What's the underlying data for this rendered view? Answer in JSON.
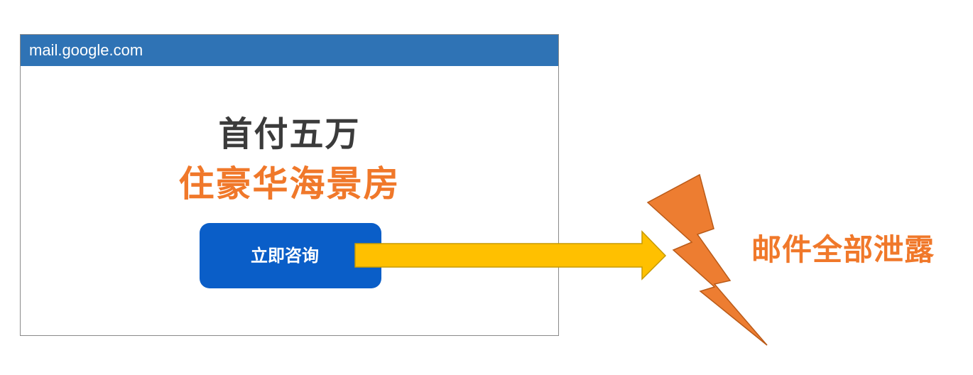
{
  "browser": {
    "url": "mail.google.com"
  },
  "ad": {
    "headline_line1": "首付五万",
    "headline_line2": "住豪华海景房",
    "button_label": "立即咨询"
  },
  "result": {
    "label": "邮件全部泄露"
  },
  "colors": {
    "address_bar": "#2f73b5",
    "button": "#0a5ec8",
    "accent_orange": "#f0782a",
    "arrow_yellow": "#ffc000",
    "lightning_orange": "#ed7d31"
  },
  "icons": {
    "arrow": "right-arrow-icon",
    "lightning": "lightning-bolt-icon"
  }
}
